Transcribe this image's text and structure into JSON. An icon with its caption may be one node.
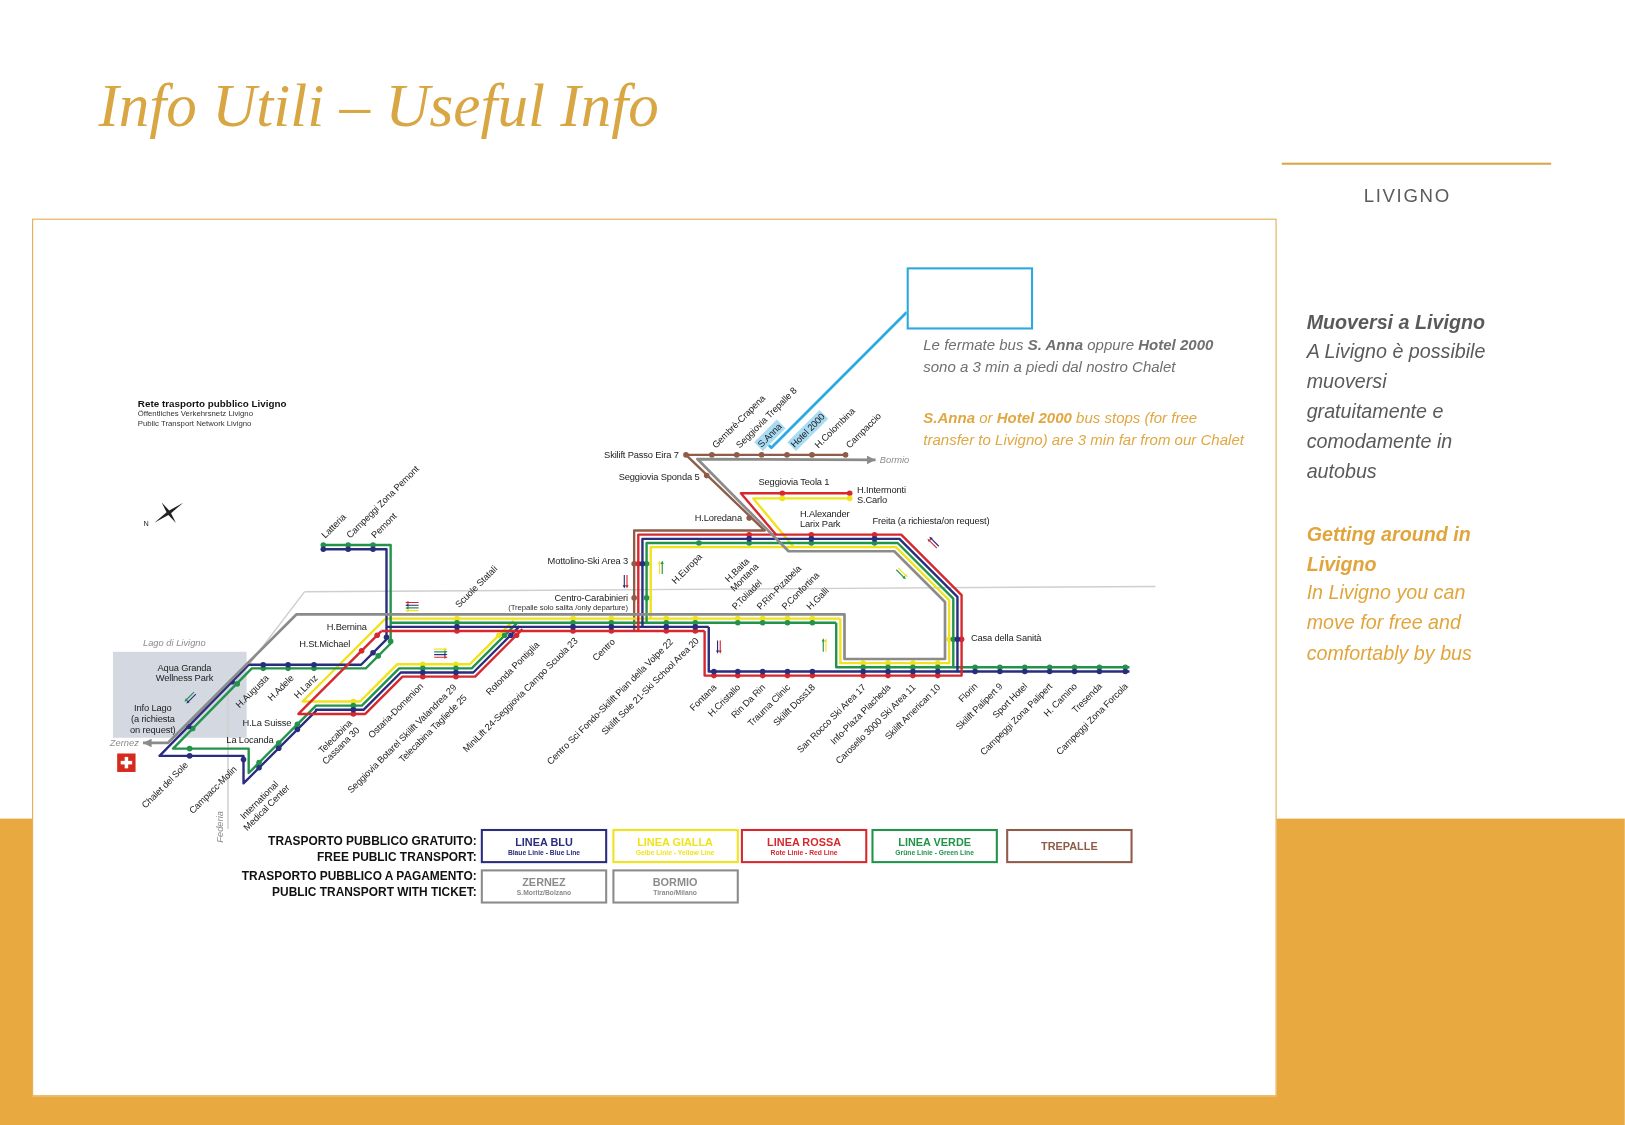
{
  "diagram": {
    "title": "Info Utili – Useful Info",
    "nodes": [
      {
        "text": [],
        "shape": "box",
        "beside": [
          "Le fermate bus **S. Anna** oppure **Hotel 2000** sono a 3 min a piedi dal nostro Chalet"
        ]
      },
      {
        "text": [
          "S.Anna"
        ]
      },
      {
        "text": [
          "Hotel 2000"
        ]
      },
      {
        "text": [
          "Bormio"
        ]
      },
      {
        "text": [
          "Zernez"
        ]
      }
    ],
    "edges": [
      {
        "from": 0,
        "to": 1,
        "arrow": "none",
        "color": "#29aae1"
      },
      {
        "from": 4,
        "to": 3,
        "arrow": "both",
        "color": "#8b8b8b"
      }
    ],
    "labels": [
      "LIVIGNO",
      "Muoversi a Livigno",
      "**S.Anna** or **Hotel 2000** bus stops (for free transfer to Livigno) are 3 min far from our Chalet",
      "A Livigno è possibile muoversi gratuitamente e comodamente in autobus",
      "Getting around in Livigno",
      "In Livigno you can move for free and comfortably by bus",
      "Rete trasporto pubblico Livigno",
      "Öffentliches Verkehrsnetz Livigno",
      "Public Transport Network Livigno",
      "Gembrè-Crapena",
      "Seggiovia Trepalle 8",
      "H.Colombina",
      "Campaccio",
      "Skilift Passo Eira 7",
      "Seggiovia Sponda 5",
      "Seggiovia Teola 1",
      "H.Intermonti S.Carlo",
      "N",
      "H.Loredana",
      "H.Alexander Larix Park",
      "Freita (a richiesta/on request)",
      "Latteria",
      "Campeggi Zona Pemont",
      "Pemont",
      "Scuole Statali",
      "Mottolino-Ski Area 3",
      "Centro-Carabinieri",
      "(Trepalle solo salita /only departure)",
      "H.Europa",
      "H.Baita Montana",
      "P.Toliadel",
      "P.Rin-Pizabela",
      "P.Confortina",
      "H.Galli",
      "H.Bernina",
      "Lago di Livigno",
      "H.St.Michael",
      "Casa della Sanità",
      "Aqua Granda Wellness Park",
      "H.Augusta",
      "H.Adele",
      "H.Lanz",
      "H.La Suisse",
      "Info Lago (a richiesta on request)",
      "La Locanda",
      "Telecabina Cassana 30",
      "Ostaria-Domenion",
      "Seggiovia Botarel Skilift Valandrea 29",
      "Telecabina Tagliede 25",
      "Rotonda Pontiglia",
      "MiniLift 24-Seggiovia Campo Scuola 23",
      "Centro",
      "Centro Sci Fondo-Skilift Pian della Volpe 22",
      "Skilift Sole 21-Ski School Area 20",
      "Fontana",
      "H.Cristallo",
      "Rin Da Rin",
      "Trauma Clinic",
      "Skilift Doss18",
      "San Rocco Ski Area 17",
      "Info-Plaza Placheda",
      "Carosello 3000 Ski Area 11",
      "Skilift American 10",
      "Florin",
      "Skilift Palipert 9",
      "Sport Hotel",
      "Campeggi Zona Palipert",
      "H. Camino",
      "Tresenda",
      "Campeggi Zona Forcola",
      "Chalet del Sole",
      "Campacc-Molin",
      "International Medical Center",
      "Federia",
      "TRASPORTO PUBBLICO GRATUITO:",
      "FREE PUBLIC TRANSPORT:",
      "TRASPORTO PUBBLICO A PAGAMENTO:",
      "PUBLIC TRANSPORT WITH TICKET:"
    ],
    "legend": [
      {
        "text": "**LINEA BLU** Blaue Linie - Blue Line",
        "color": "#2a2c7e"
      },
      {
        "text": "**LINEA GIALLA** Gelbe Linie - Yellow Line",
        "color": "#f0e31c"
      },
      {
        "text": "**LINEA ROSSA** Rote Linie - Red Line",
        "color": "#d6282e"
      },
      {
        "text": "**LINEA VERDE** Grüne Linie - Green Line",
        "color": "#22934a"
      },
      {
        "text": "TREPALLE",
        "color": "#8e5c48"
      },
      {
        "text": "**ZERNEZ** S.Moritz/Bolzano",
        "color": "#8b8b8b"
      },
      {
        "text": "**BORMIO** Tirano/Milano",
        "color": "#8b8b8b"
      }
    ]
  }
}
